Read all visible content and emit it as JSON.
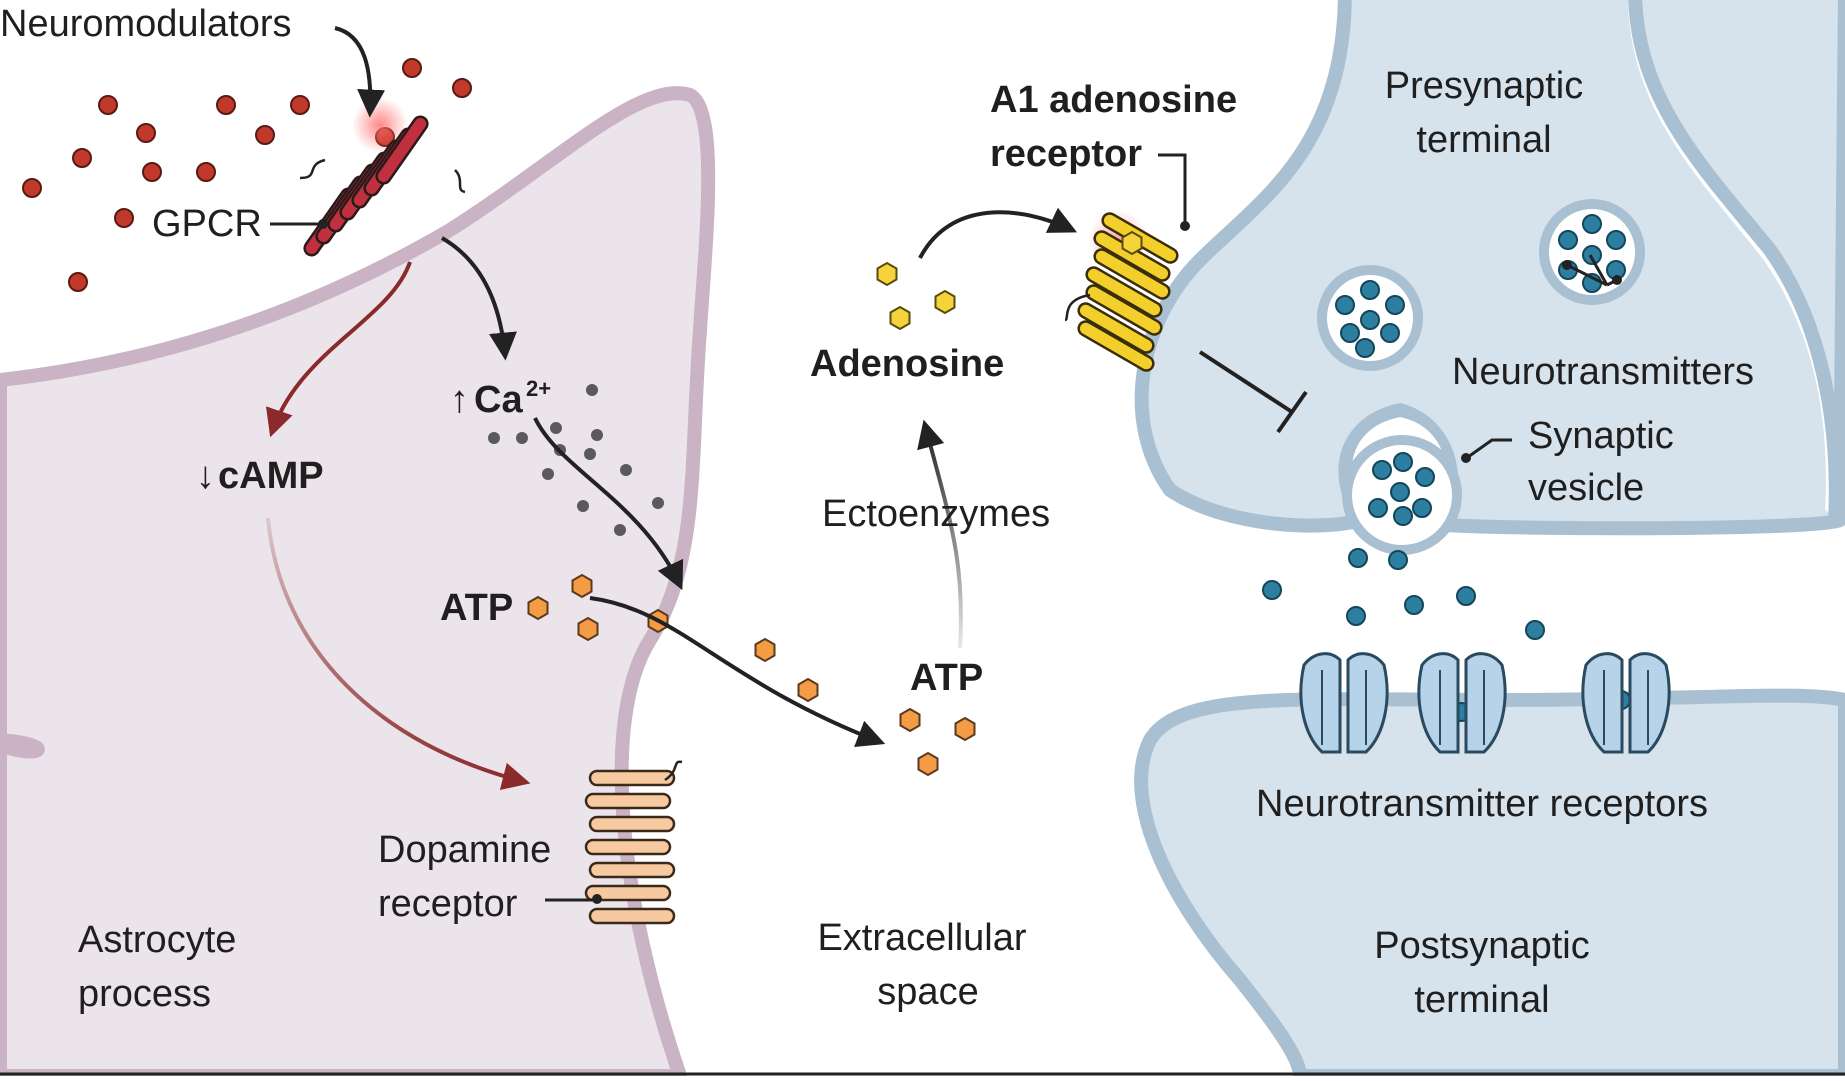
{
  "labels": {
    "neuromodulators": "Neuromodulators",
    "gpcr": "GPCR",
    "camp": "cAMP",
    "ca": "Ca",
    "ca_sup": "2+",
    "atp_inside": "ATP",
    "atp_outside": "ATP",
    "adenosine": "Adenosine",
    "ectoenzymes": "Ectoenzymes",
    "a1_line1": "A1 adenosine",
    "a1_line2": "receptor",
    "presynaptic_line1": "Presynaptic",
    "presynaptic_line2": "terminal",
    "neurotransmitters": "Neurotransmitters",
    "synaptic_line1": "Synaptic",
    "synaptic_line2": "vesicle",
    "nt_receptors": "Neurotransmitter receptors",
    "dopamine_line1": "Dopamine",
    "dopamine_line2": "receptor",
    "astrocyte_line1": "Astrocyte",
    "astrocyte_line2": "process",
    "extracellular_line1": "Extracellular",
    "extracellular_line2": "space",
    "postsynaptic_line1": "Postsynaptic",
    "postsynaptic_line2": "terminal"
  },
  "colors": {
    "astrocyte_fill": "#ebe4ea",
    "astrocyte_border": "#c9b3c4",
    "neuron_fill": "#d6e2ec",
    "neuron_border": "#a9c0d2",
    "gpcr": "#c0303f",
    "a1_receptor": "#f2cf2a",
    "dopamine_receptor": "#f7c9a0",
    "neuromodulator": "#c0392b",
    "atp": "#f39c45",
    "adenosine": "#f5d33a",
    "calcium": "#5a5a5a",
    "neurotransmitter": "#2c7fa0",
    "nt_receptor": "#b7d3ea",
    "camp_arrow": "#8b2a2a",
    "arrow": "#222222"
  }
}
